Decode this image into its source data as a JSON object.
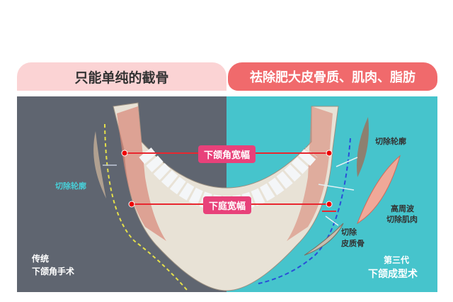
{
  "headers": {
    "left": "只能单纯的截骨",
    "right": "祛除肥大皮骨质、肌肉、脂肪"
  },
  "labels": {
    "jaw_angle_width": "下颌角宽幅",
    "lower_face_width": "下庭宽幅"
  },
  "left": {
    "cut_contour": "切除轮廓",
    "title_line1": "传统",
    "title_line2": "下颌角手术"
  },
  "right": {
    "cut_contour": "切除轮廓",
    "muscle_line1": "高周波",
    "muscle_line2": "切除肌肉",
    "bone_line1": "切除",
    "bone_line2": "皮质骨",
    "title_line1": "第三代",
    "title_line2": "下颌成型术"
  },
  "colors": {
    "left_bg": "#5f6570",
    "right_bg": "#46c4cc",
    "left_header": "#fbd3d4",
    "right_header": "#f06a6c",
    "label": "#e8417a"
  }
}
